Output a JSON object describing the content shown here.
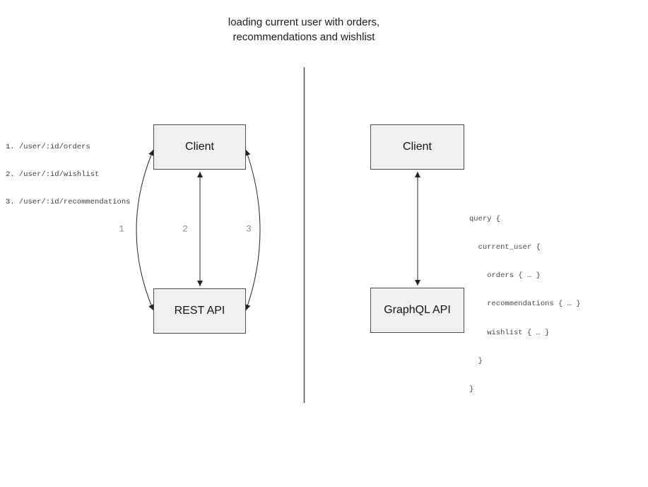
{
  "title": {
    "line1": "loading current user with orders,",
    "line2": "recommendations and wishlist"
  },
  "rest_panel": {
    "client_label": "Client",
    "api_label": "REST API",
    "endpoints": [
      "1. /user/:id/orders",
      "2. /user/:id/wishlist",
      "3. /user/:id/recommendations"
    ],
    "arrow_labels": [
      "1",
      "2",
      "3"
    ]
  },
  "graphql_panel": {
    "client_label": "Client",
    "api_label": "GraphQL API",
    "query_lines": [
      "query {",
      "  current_user {",
      "    orders { … }",
      "    recommendations { … }",
      "    wishlist { … }",
      "  }",
      "}"
    ]
  },
  "colors": {
    "background": "#ffffff",
    "node_fill": "#f0f0f0",
    "node_border": "#4d4d4d",
    "title_text": "#1c1c1c",
    "code_text": "#4a4a4a",
    "arrow_stroke": "#222222",
    "arrow_label_text": "#8c8c8c",
    "divider": "#555555"
  }
}
